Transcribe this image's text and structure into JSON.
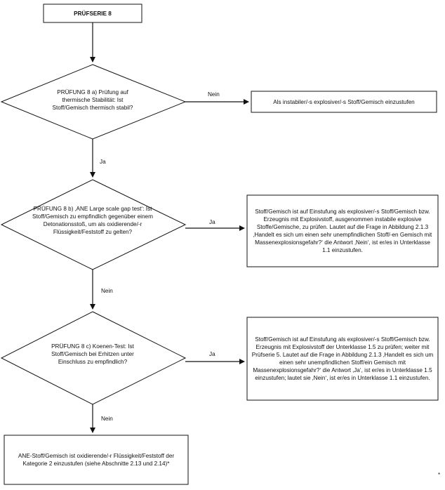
{
  "start": {
    "title": "PRÜFSERIE 8"
  },
  "decisions": [
    {
      "label": "PRÜFUNG 8 a) Prüfung auf thermische Stabilität: Ist Stoff/Gemisch thermisch stabil?"
    },
    {
      "label": "PRÜFUNG 8 b) ‚ANE Large scale gap test‘: Ist Stoff/Gemisch zu empfindlich gegenüber einem Detonationsstoß, um als oxidierende/-r Flüssigkeit/Feststoff zu gelten?"
    },
    {
      "label": "PRÜFUNG 8 c) Koenen-Test: Ist Stoff/Gemisch bei Erhitzen unter Einschluss zu empfindlich?"
    }
  ],
  "outcomes": {
    "a_no": "Als instabiler/-s explosiver/-s Stoff/Gemisch einzustufen",
    "b_yes": "Stoff/Gemisch ist auf Einstufung als explosiver/-s Stoff/Gemisch bzw. Erzeugnis mit Explosivstoff, ausgenommen instabile explosive Stoffe/Gemische, zu prüfen. Lautet auf die Frage in Abbildung 2.1.3 ‚Handelt es sich um einen sehr unempfindlichen Stoff/-en Gemisch mit Massenexplosionsgefahr?‘ die Antwort ‚Nein‘, ist er/es in Unterklasse 1.1 einzustufen.",
    "c_yes": "Stoff/Gemisch ist auf Einstufung als explosiver/-s Stoff/Gemisch bzw. Erzeugnis mit Explosivstoff der Unterklasse 1.5 zu prüfen; weiter mit Prüfserie 5. Lautet auf die Frage in Abbildung 2.1.3 ‚Handelt es sich um einen sehr unempfindlichen Stoff/ein Gemisch mit Massenexplosionsgefahr?‘ die Antwort ‚Ja‘, ist er/es in Unterklasse 1.5 einzustufen; lautet sie ‚Nein‘, ist er/es in Unterklasse 1.1 einzustufen.",
    "c_no": "ANE-Stoff/Gemisch ist oxidierende/-r Flüssigkeit/Feststoff der Kategorie 2 einzustufen (siehe Abschnitte 2.13 und 2.14)*"
  },
  "edge_labels": {
    "a_right": "Nein",
    "a_down": "Ja",
    "b_right": "Ja",
    "b_down": "Nein",
    "c_right": "Ja",
    "c_down": "Nein"
  },
  "footnote_mark": "*"
}
